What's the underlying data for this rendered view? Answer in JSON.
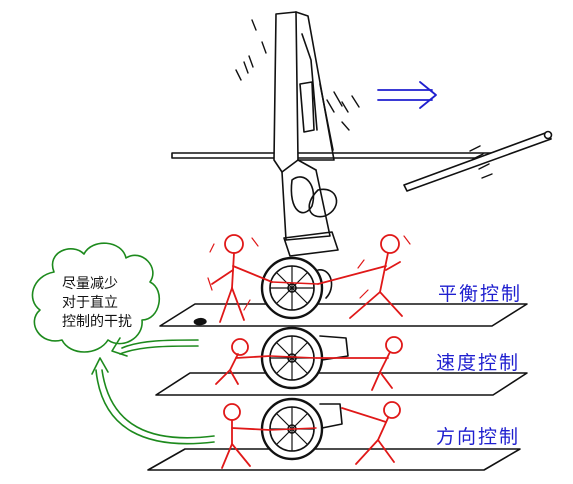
{
  "colors": {
    "ink": "#111111",
    "person": "#e01818",
    "bubble": "#1d8a1d",
    "label": "#1f1fcf"
  },
  "layers": [
    {
      "label": "平衡控制"
    },
    {
      "label": "速度控制"
    },
    {
      "label": "方向控制"
    }
  ],
  "bubble": {
    "lines": [
      "尽量减少",
      "对于直立",
      "控制的干扰"
    ]
  },
  "icons": {
    "direction_arrow": "double-arrow-right-icon"
  }
}
